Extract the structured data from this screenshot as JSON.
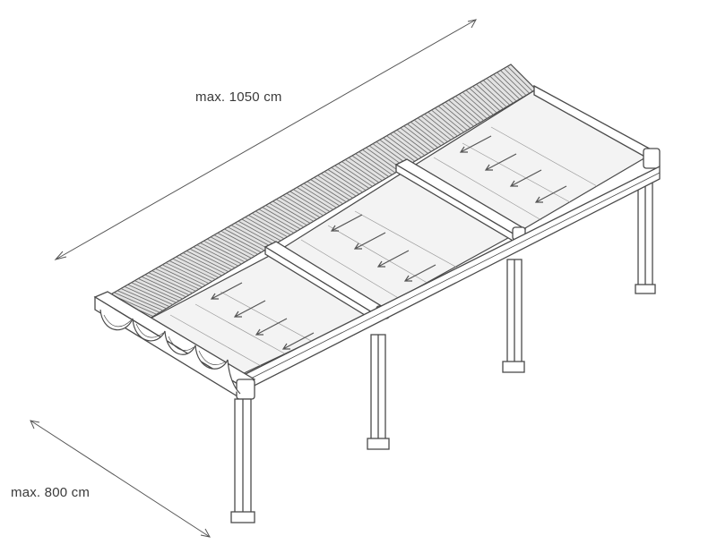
{
  "dimensions": {
    "length_label": "max. 1050 cm",
    "width_label": "max. 800 cm"
  },
  "colors": {
    "line": "#4a4a4a",
    "frame_fill": "#ffffff",
    "panel_fill": "#f3f3f3",
    "slat_fill": "#e2e2e2",
    "arrow": "#555555",
    "background": "#ffffff"
  },
  "structure": {
    "posts": 4,
    "crossbeams": 2,
    "roof_bays": 3,
    "direction_arrows_per_bay": 4
  }
}
